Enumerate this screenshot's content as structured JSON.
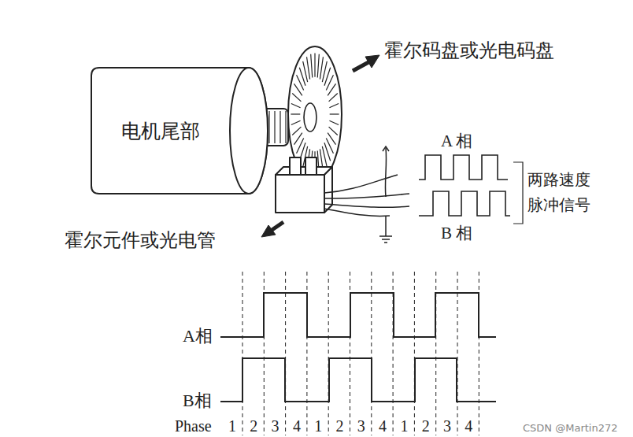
{
  "diagram": {
    "nodes": [
      {
        "text": [
          "电机尾部"
        ]
      }
    ],
    "labels": [
      "霍尔码盘或光电码盘",
      "A 相",
      "两路速度 脉冲信号",
      "B 相",
      "霍尔元件或光电管",
      "A相",
      "B相",
      "Phase",
      "1",
      "2",
      "3",
      "4",
      "1",
      "2",
      "3",
      "4",
      "1",
      "2",
      "3",
      "4",
      "CSDN @Martin272"
    ]
  }
}
